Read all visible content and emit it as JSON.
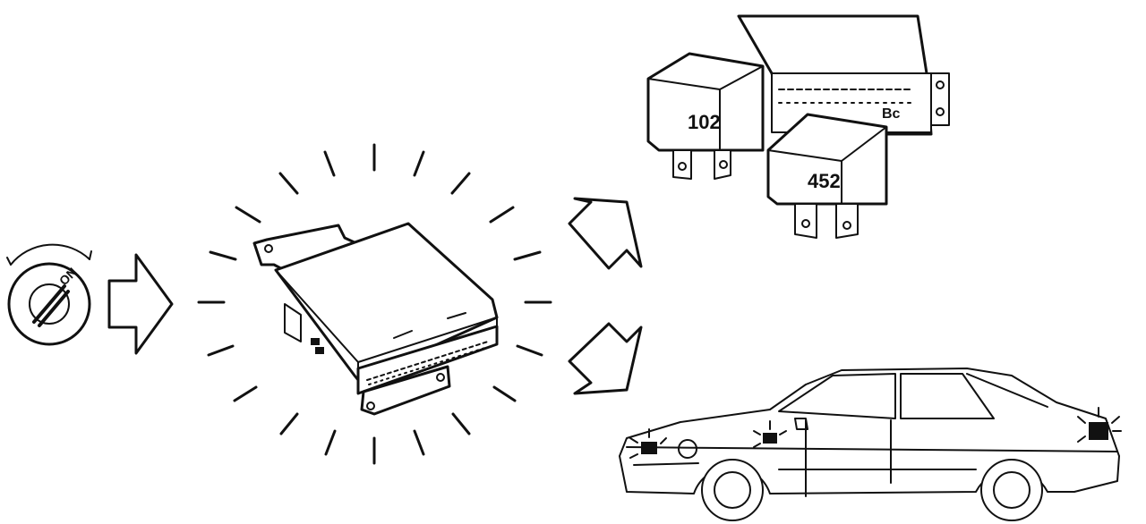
{
  "ignition": {
    "position_label": "ON"
  },
  "relays": [
    {
      "id": "relay-102",
      "label": "102"
    },
    {
      "id": "relay-452",
      "label": "452"
    }
  ],
  "colors": {
    "ink": "#111111",
    "paper": "#ffffff"
  },
  "icons": {
    "ignition": "ignition-key-icon",
    "control_unit": "control-unit-icon",
    "flow": "arrow-icon",
    "vehicle": "car-icon",
    "signal": "flashing-light-icon"
  }
}
